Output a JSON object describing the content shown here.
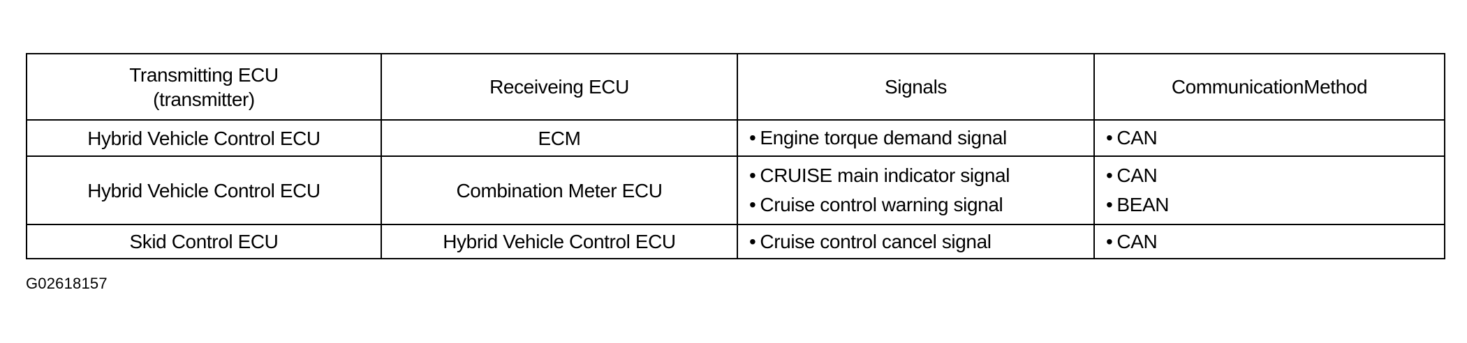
{
  "table": {
    "headers": {
      "transmitting_line1": "Transmitting ECU",
      "transmitting_line2": "(transmitter)",
      "receiving": "Receiveing ECU",
      "signals": "Signals",
      "method": "CommunicationMethod"
    },
    "bullet": "•",
    "rows": [
      {
        "transmitting": "Hybrid Vehicle Control ECU",
        "receiving": "ECM",
        "signals": [
          "Engine torque demand signal"
        ],
        "methods": [
          "CAN"
        ]
      },
      {
        "transmitting": "Hybrid Vehicle Control ECU",
        "receiving": "Combination Meter ECU",
        "signals": [
          "CRUISE main indicator signal",
          "Cruise control warning signal"
        ],
        "methods": [
          "CAN",
          "BEAN"
        ]
      },
      {
        "transmitting": "Skid Control ECU",
        "receiving": "Hybrid Vehicle Control ECU",
        "signals": [
          "Cruise control cancel signal"
        ],
        "methods": [
          "CAN"
        ]
      }
    ]
  },
  "figure_id": "G02618157"
}
